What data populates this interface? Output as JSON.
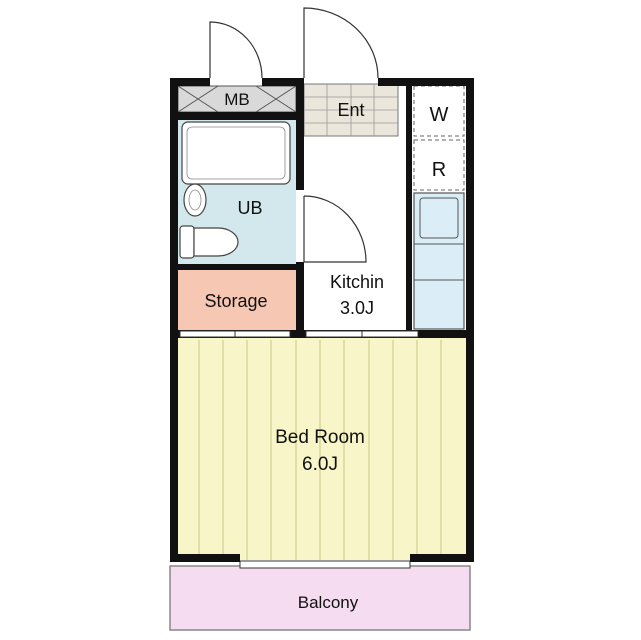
{
  "floorplan": {
    "rooms": {
      "mb": {
        "label": "MB"
      },
      "entrance": {
        "label": "Ent"
      },
      "washer": {
        "label": "W"
      },
      "fridge": {
        "label": "R"
      },
      "unit_bath": {
        "label": "UB"
      },
      "storage": {
        "label": "Storage"
      },
      "kitchen": {
        "label": "Kitchin",
        "size": "3.0J"
      },
      "bedroom": {
        "label": "Bed Room",
        "size": "6.0J"
      },
      "balcony": {
        "label": "Balcony"
      }
    },
    "colors": {
      "wall": "#111111",
      "mb_fill": "#d9d9d9",
      "entrance_fill": "#ebe6dc",
      "bath_fill": "#d3e8ec",
      "storage_fill": "#f6c8b4",
      "bedroom_fill": "#f8f6c8",
      "balcony_fill": "#f6dcf1",
      "kitchen_unit_fill": "#dbeef7",
      "floor_lines": "#c8c48a"
    }
  }
}
